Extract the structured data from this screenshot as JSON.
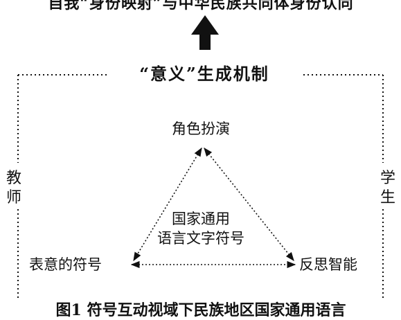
{
  "top_text": "自我“身份映射”与中华民族共同体身份认同",
  "mechanism_title": "“意义”生成机制",
  "nodes": {
    "top": "角色扮演",
    "left": "表意的符号",
    "right": "反思智能",
    "center_line1": "国家通用",
    "center_line2": "语言文字符号"
  },
  "sides": {
    "left": "教师",
    "right": "学生"
  },
  "caption": "图1 符号互动视域下民族地区国家通用语言"
}
